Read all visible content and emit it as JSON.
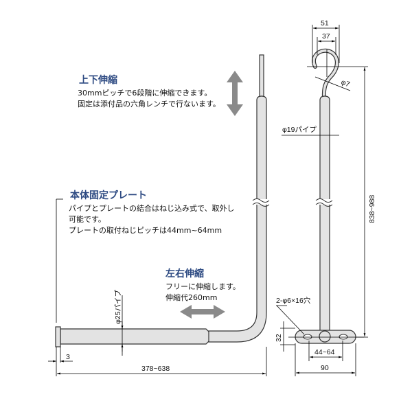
{
  "vertical_extension": {
    "heading": "上下伸縮",
    "lines": [
      "30mmピッチで6段階に伸縮できます。",
      "固定は添付品の六角レンチで行ないます。"
    ]
  },
  "body_plate": {
    "heading": "本体固定プレート",
    "lines": [
      "パイプとプレートの結合はねじ込み式で、取外し",
      "可能です。",
      "プレートの取付ねじピッチは44mm~64mm"
    ]
  },
  "horizontal_extension": {
    "heading": "左右伸縮",
    "lines": [
      "フリーに伸縮します。",
      "伸縮代260mm"
    ]
  },
  "dimensions": {
    "hook_outer": "51",
    "hook_inner": "37",
    "hook_wire": "φ7",
    "pipe_vertical": "φ19パイプ",
    "height_range": "838~988",
    "holes": "2-φ6×16穴",
    "plate_height": "32",
    "hole_pitch": "44~64",
    "plate_width": "90",
    "pipe_horizontal": "φ25パイプ",
    "plate_thickness": "3",
    "length_range": "378~638"
  }
}
